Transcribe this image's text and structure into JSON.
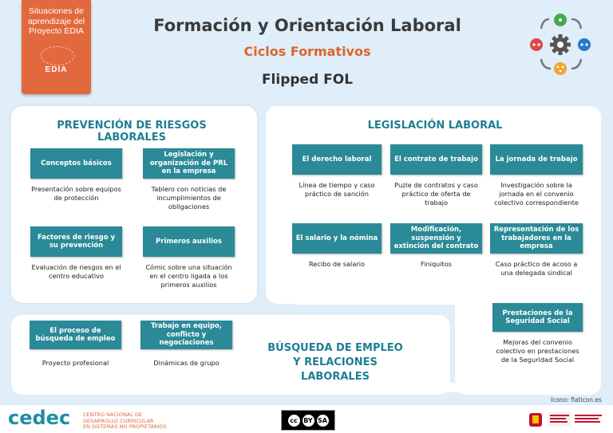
{
  "header": {
    "badge_text": "Situaciones de\naprendizaje del\nProyecto EDIA",
    "badge_logo": "EDIA",
    "title": "Formación y Orientación Laboral",
    "subtitle": "Ciclos Formativos",
    "project": "Flipped FOL",
    "cycle_icon": "gear-cycle-icon",
    "colors": {
      "orange": "#e2693d",
      "teal": "#2b8a97",
      "title_teal": "#1d7f93"
    }
  },
  "prevencion": {
    "title": "PREVENCIÓN DE RIESGOS LABORALES",
    "cards": [
      {
        "head": "Conceptos básicos",
        "body": "Presentación sobre equipos de protección"
      },
      {
        "head": "Legislación y organización de PRL en la empresa",
        "body": "Tablero con noticias de incumplimientos de obligaciones"
      },
      {
        "head": "Factores de riesgo y su prevención",
        "body": "Evaluación de riesgos en  el  centro educativo"
      },
      {
        "head": "Primeros auxilios",
        "body": "Cómic sobre una situación en el centro ligada a los primeros auxilios"
      }
    ]
  },
  "legislacion": {
    "title": "LEGISLACIÓN LABORAL",
    "cards": [
      {
        "head": "El derecho laboral",
        "body": "Línea de tiempo y caso práctico de sanción"
      },
      {
        "head": "El contrato de trabajo",
        "body": "Puzle de contratos y caso práctico de oferta de trabajo"
      },
      {
        "head": "La jornada de trabajo",
        "body": "Investigación sobre la jornada en el convenio colectivo correspondiente"
      },
      {
        "head": "El salario y la nómina",
        "body": "Recibo de salario"
      },
      {
        "head": "Modificación, suspensión y extinción del contrato",
        "body": "Finiquitos"
      },
      {
        "head": "Representación de los trabajadores en la empresa",
        "body": "Caso práctico de acoso a una delegada sindical"
      },
      {
        "head": "Prestaciones de la Seguridad Social",
        "body": "Mejoras del convenio colectivo en prestaciones de la Seguridad Social"
      }
    ]
  },
  "busqueda": {
    "title": "BÚSQUEDA DE EMPLEO Y RELACIONES LABORALES",
    "cards": [
      {
        "head": "El proceso de búsqueda de empleo",
        "body": "Proyecto profesional"
      },
      {
        "head": "Trabajo en equipo, conflicto y negociaciones",
        "body": "Dinámicas de grupo"
      }
    ]
  },
  "footer": {
    "icon_credit": "Icono: flaticon.es",
    "cedec": "cedec",
    "cedec_sub": "CENTRO NACIONAL DE\nDESARROLLO CURRICULAR\nEN SISTEMAS NO PROPIETARIOS",
    "license": [
      "cc",
      "BY",
      "SA"
    ]
  }
}
